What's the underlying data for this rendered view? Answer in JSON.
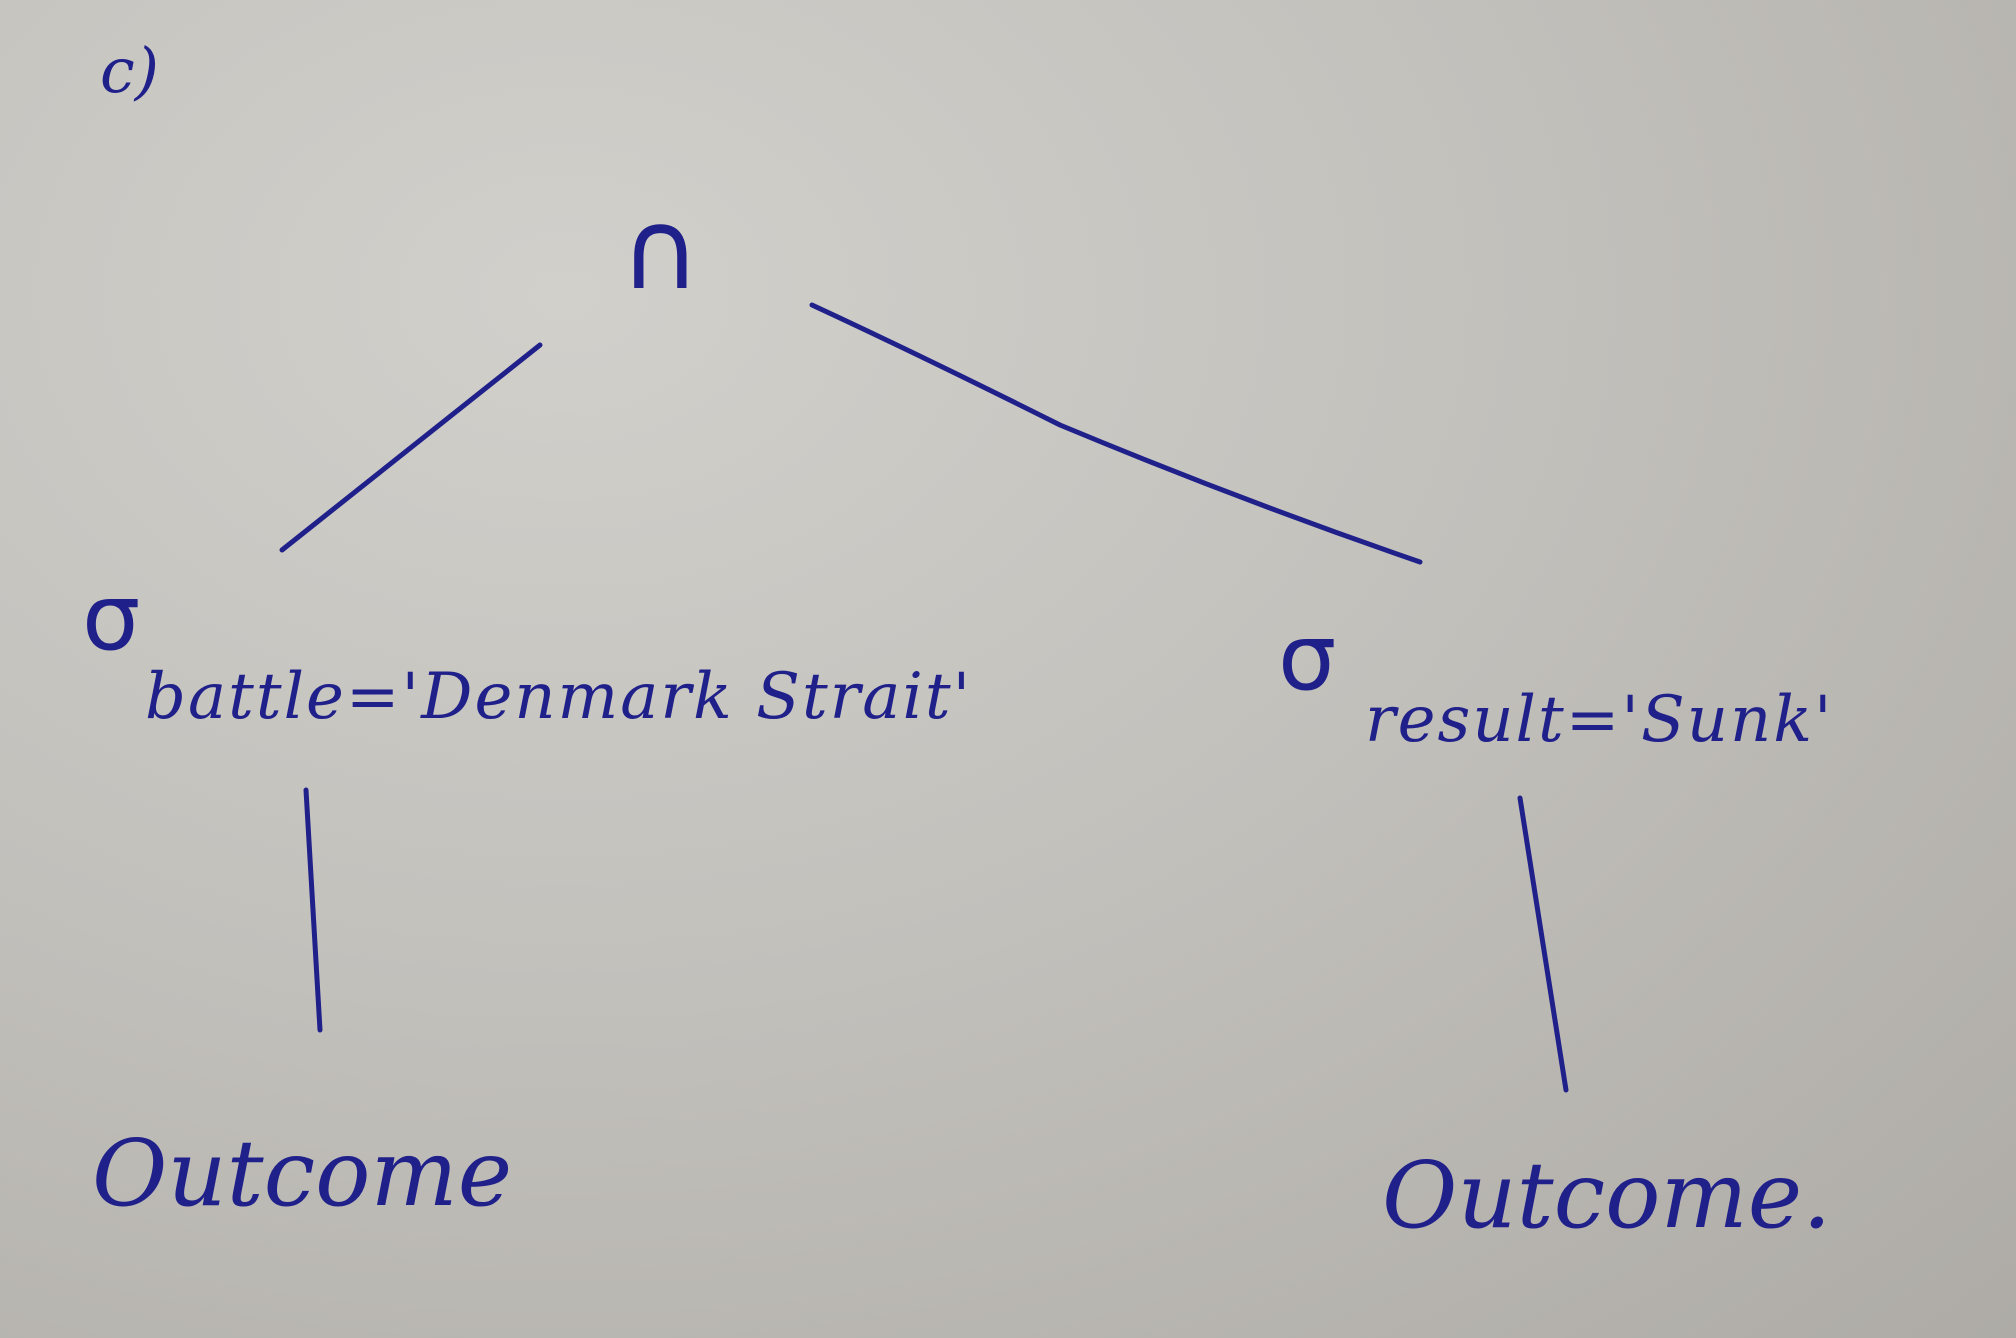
{
  "part_label": "c)",
  "root": {
    "operator": "∩"
  },
  "left_branch": {
    "select_symbol": "σ",
    "condition": "battle='Denmark Strait'",
    "relation": "Outcome"
  },
  "right_branch": {
    "select_symbol": "σ",
    "condition": "result='Sunk'",
    "relation": "Outcome."
  },
  "colors": {
    "ink": "#20208a",
    "paper": "#c3c1bc"
  }
}
